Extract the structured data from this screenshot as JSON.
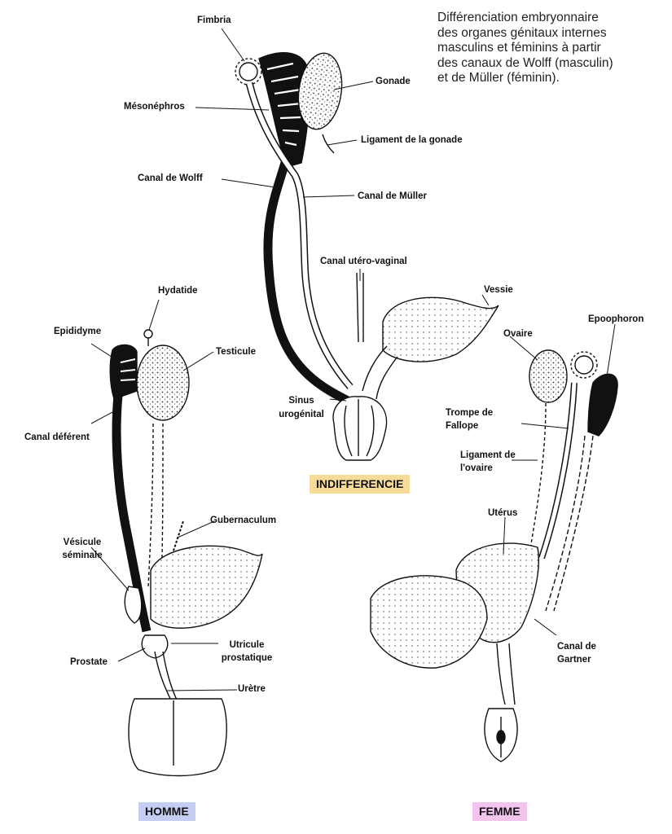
{
  "caption": {
    "lines": [
      "Différenciation embryonnaire",
      "des organes génitaux internes",
      "masculins et féminins à partir",
      "des canaux de Wolff (masculin)",
      "et de Müller (féminin)."
    ]
  },
  "stage_tags": {
    "indifferent": {
      "text": "INDIFFERENCIE",
      "color": "#f6dc98"
    },
    "male": {
      "text": "HOMME",
      "color": "#c5cdf2"
    },
    "female": {
      "text": "FEMME",
      "color": "#f3c4ee"
    }
  },
  "labels": {
    "indifferent": {
      "fimbria": "Fimbria",
      "gonade": "Gonade",
      "mesonephros": "Mésonéphros",
      "ligament_gonade": "Ligament de la gonade",
      "canal_wolff": "Canal de Wolff",
      "canal_muller": "Canal de Müller",
      "canal_utero_vaginal": "Canal utéro-vaginal",
      "vessie": "Vessie",
      "sinus_line1": "Sinus",
      "sinus_line2": "urogénital"
    },
    "male": {
      "hydatide": "Hydatide",
      "epididyme": "Epididyme",
      "testicule": "Testicule",
      "canal_deferent": "Canal déférent",
      "gubernaculum": "Gubernaculum",
      "vesicule_line1": "Vésicule",
      "vesicule_line2": "séminale",
      "prostate": "Prostate",
      "utricule_line1": "Utricule",
      "utricule_line2": "prostatique",
      "uretre": "Urètre"
    },
    "female": {
      "epoophoron": "Epoophoron",
      "ovaire": "Ovaire",
      "trompe_line1": "Trompe de",
      "trompe_line2": "Fallope",
      "ligament_line1": "Ligament de",
      "ligament_line2": "l'ovaire",
      "uterus": "Utérus",
      "gartner_line1": "Canal de",
      "gartner_line2": "Gartner"
    }
  }
}
